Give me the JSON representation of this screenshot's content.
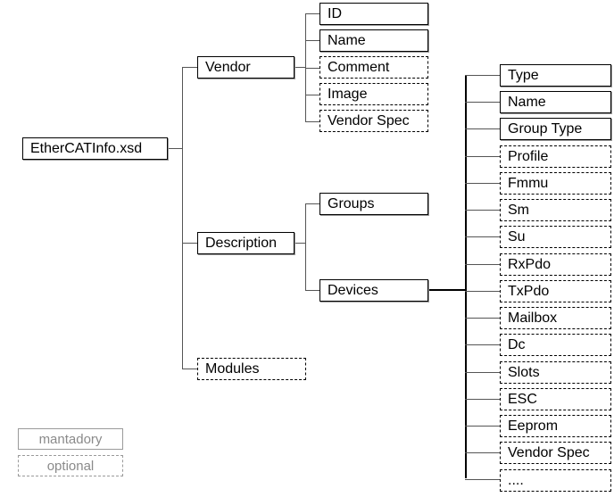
{
  "diagram": {
    "title_node": {
      "label": "EtherCATInfo.xsd",
      "type": "mandatory"
    },
    "level1": [
      {
        "label": "Vendor",
        "type": "mandatory"
      },
      {
        "label": "Description",
        "type": "mandatory"
      },
      {
        "label": "Modules",
        "type": "optional"
      }
    ],
    "vendor_children": [
      {
        "label": "ID",
        "type": "mandatory"
      },
      {
        "label": "Name",
        "type": "mandatory"
      },
      {
        "label": "Comment",
        "type": "optional"
      },
      {
        "label": "Image",
        "type": "optional"
      },
      {
        "label": "Vendor Spec",
        "type": "optional"
      }
    ],
    "description_children": [
      {
        "label": "Groups",
        "type": "mandatory"
      },
      {
        "label": "Devices",
        "type": "mandatory"
      }
    ],
    "devices_children": [
      {
        "label": "Type",
        "type": "mandatory"
      },
      {
        "label": "Name",
        "type": "mandatory"
      },
      {
        "label": "Group Type",
        "type": "mandatory"
      },
      {
        "label": "Profile",
        "type": "optional"
      },
      {
        "label": "Fmmu",
        "type": "optional"
      },
      {
        "label": "Sm",
        "type": "optional"
      },
      {
        "label": "Su",
        "type": "optional"
      },
      {
        "label": "RxPdo",
        "type": "optional"
      },
      {
        "label": "TxPdo",
        "type": "optional"
      },
      {
        "label": "Mailbox",
        "type": "optional"
      },
      {
        "label": "Dc",
        "type": "optional"
      },
      {
        "label": "Slots",
        "type": "optional"
      },
      {
        "label": "ESC",
        "type": "optional"
      },
      {
        "label": "Eeprom",
        "type": "optional"
      },
      {
        "label": "Vendor Spec",
        "type": "optional"
      },
      {
        "label": "....",
        "type": "optional"
      }
    ],
    "legend": [
      {
        "label": "mantadory",
        "type": "mandatory"
      },
      {
        "label": "optional",
        "type": "optional"
      }
    ],
    "colors": {
      "box_border": "#000000",
      "box_shadow": "#9a9a9a",
      "edge": "#555555",
      "trunk": "#000000",
      "text": "#000000",
      "legend_text": "#8a8a8a",
      "legend_border": "#9a9a9a",
      "background": "#ffffff"
    }
  }
}
